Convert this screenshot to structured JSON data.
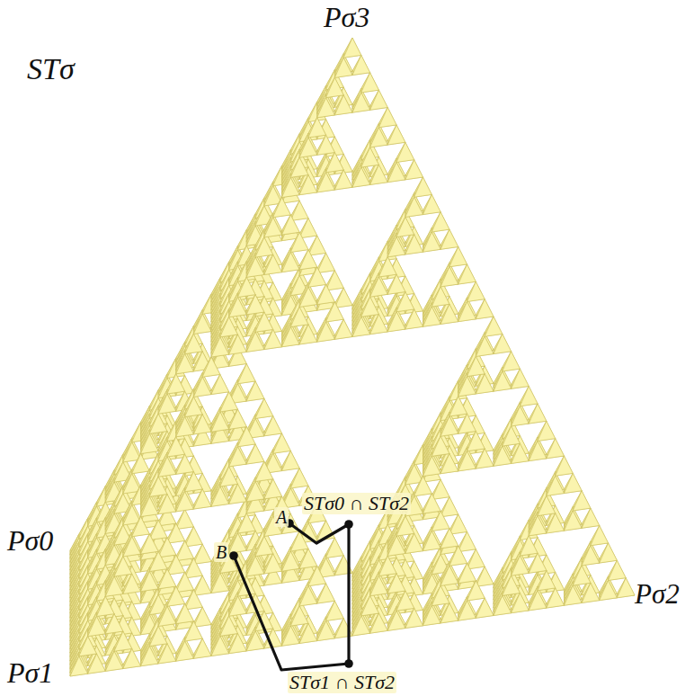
{
  "diagram": {
    "labels": [
      "Pσ3",
      "STσ",
      "Pσ0",
      "STσ0 ∩ STσ2",
      "A",
      "B",
      "Pσ2",
      "STσ1 ∩ STσ2",
      "Pσ1"
    ]
  }
}
